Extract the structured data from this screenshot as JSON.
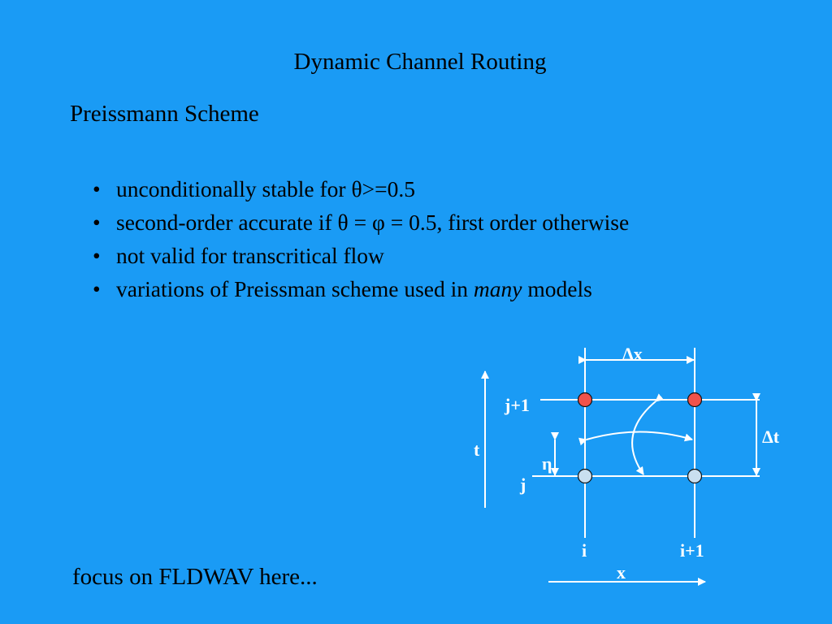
{
  "slide": {
    "title": "Dynamic Channel Routing",
    "subtitle": "Preissmann Scheme",
    "bullets": [
      {
        "text": "unconditionally stable for θ>=0.5"
      },
      {
        "text": "second-order accurate if θ = φ = 0.5, first order otherwise"
      },
      {
        "text": "not valid for transcritical flow"
      },
      {
        "text_before": "variations of Preissman scheme used in ",
        "emphasis": "many",
        "text_after": " models"
      }
    ],
    "footer_note": "focus on FLDWAV here..."
  },
  "diagram": {
    "label_dx": "Δx",
    "label_dt": "Δt",
    "label_j1": "j+1",
    "label_j": "j",
    "label_t": "t",
    "label_eta": "η",
    "label_i": "i",
    "label_i1": "i+1",
    "label_x": "x",
    "colors": {
      "background": "#1a9bf5",
      "line": "#ffffff",
      "node_top": "#f0524a",
      "node_bottom": "#c9dff0"
    }
  }
}
